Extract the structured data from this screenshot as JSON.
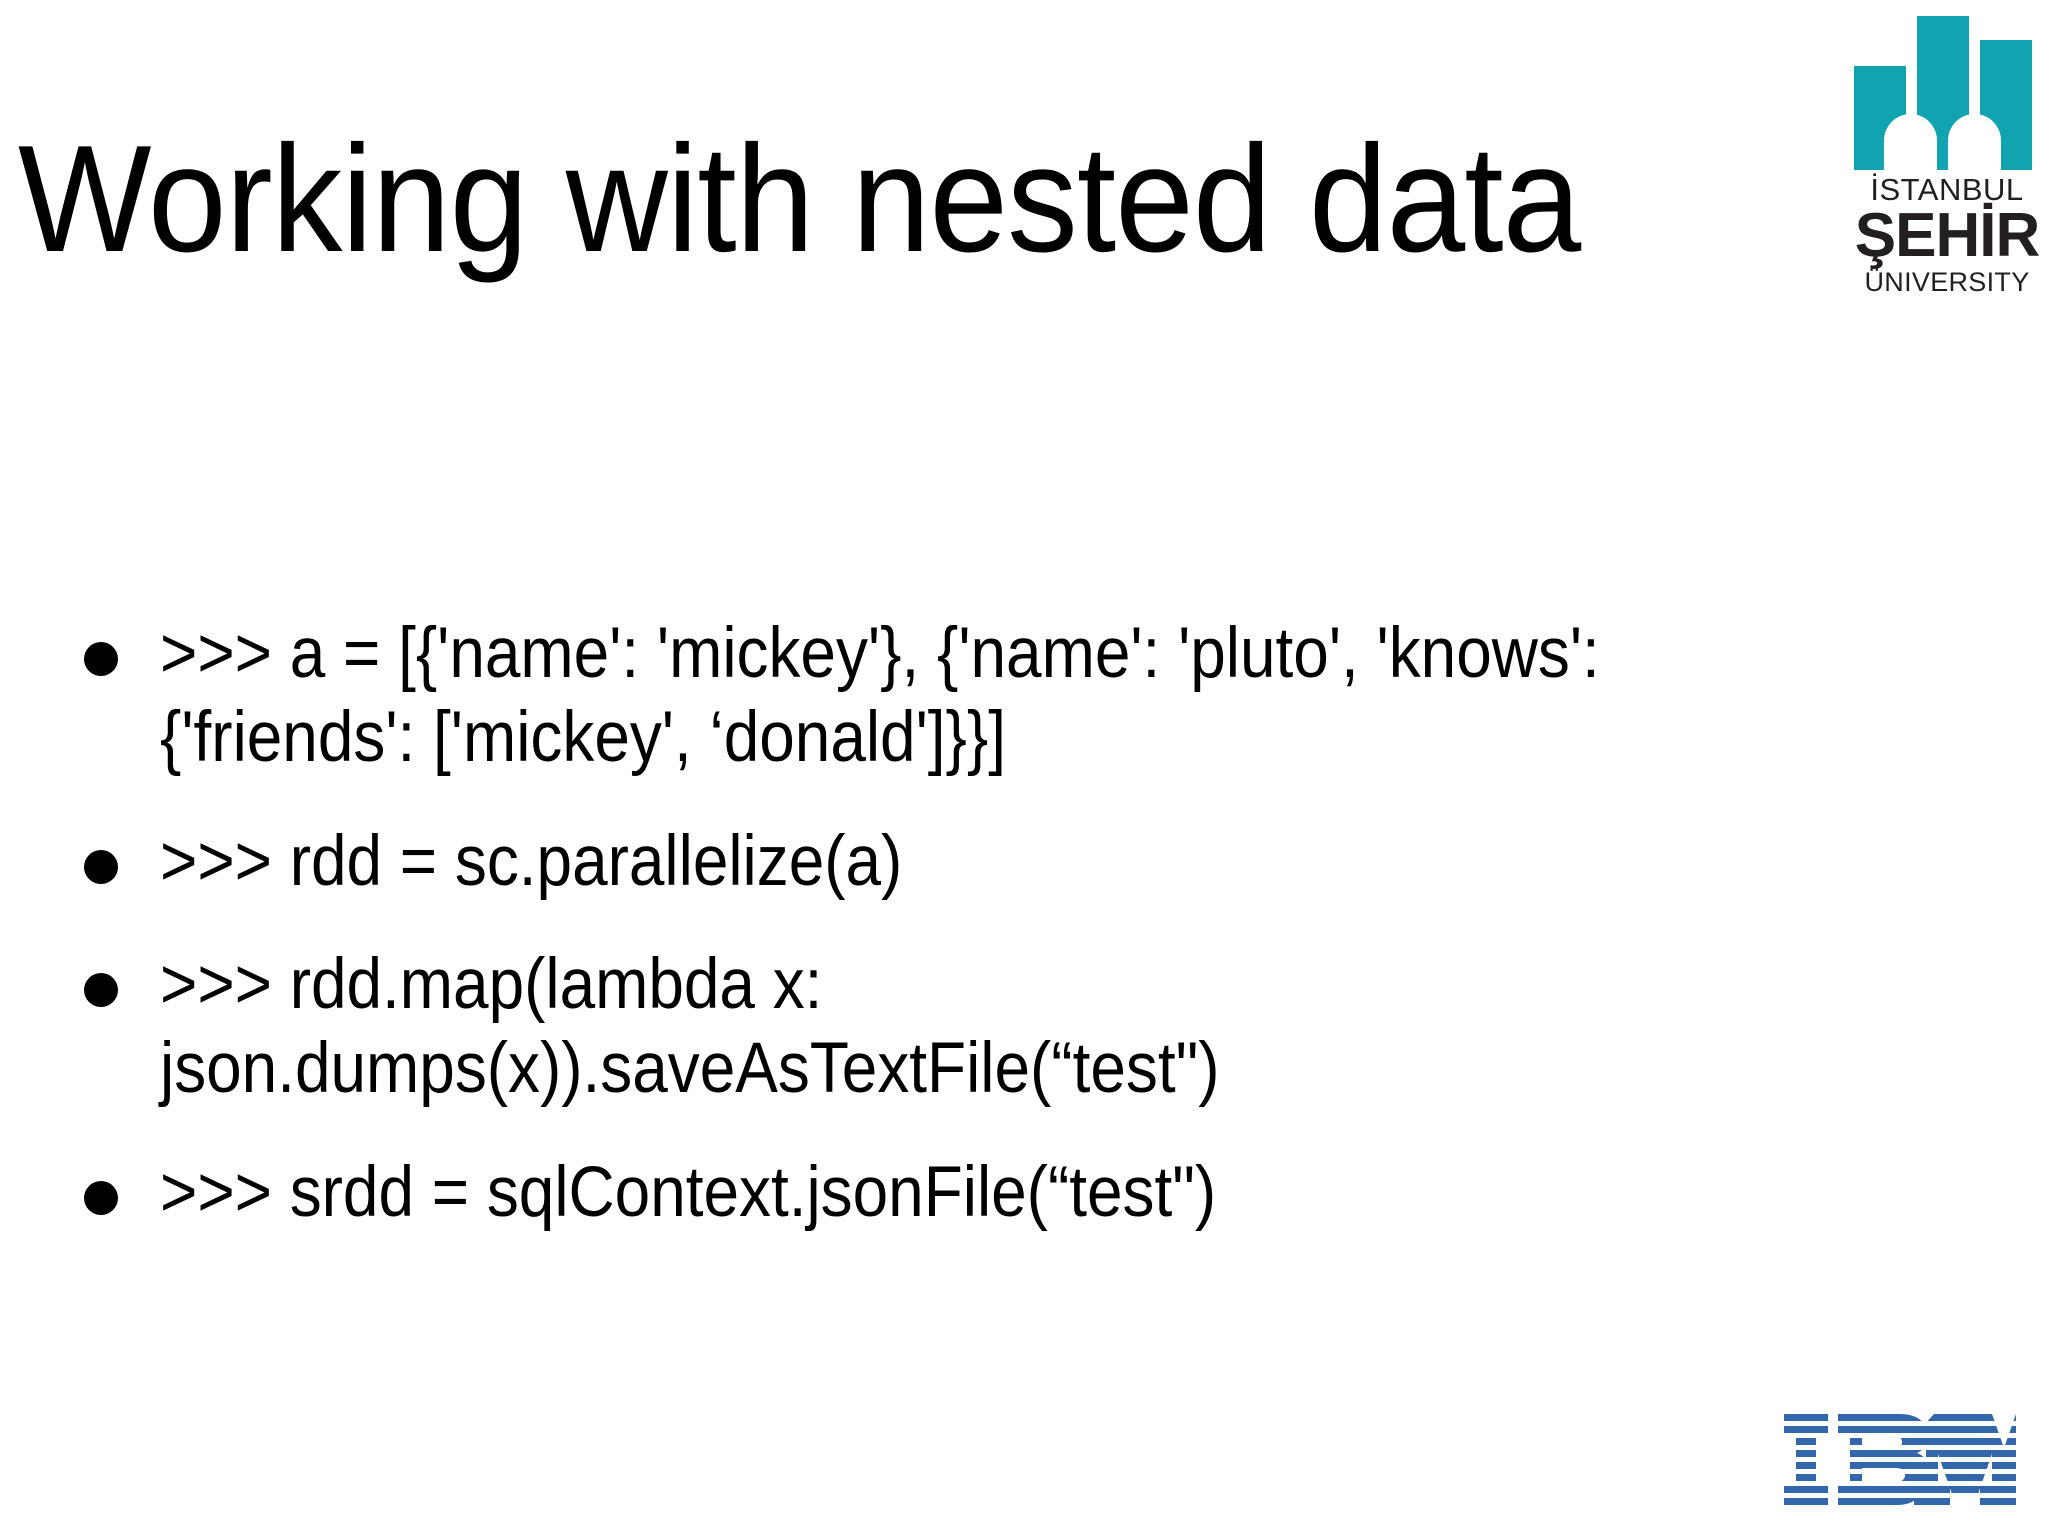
{
  "slide": {
    "title": "Working with nested data",
    "background_color": "#ffffff",
    "text_color": "#000000"
  },
  "university_logo": {
    "name": "istanbul-sehir-university-logo",
    "mark_color": "#11A3B0",
    "text_color": "#231f20",
    "line1": "İSTANBUL",
    "line2": "ŞEHİR",
    "line3": "ÜNIVERSITY"
  },
  "ibm_logo": {
    "name": "ibm-logo",
    "color": "#3366AA",
    "alt": "IBM"
  },
  "bullets": [
    {
      "marker": "•",
      "text": ">>> a = [{'name': 'mickey'}, {'name': 'pluto', 'knows':\n{'friends': ['mickey', ‘donald']}}]"
    },
    {
      "marker": "•",
      "text": ">>> rdd = sc.parallelize(a)"
    },
    {
      "marker": "•",
      "text": ">>> rdd.map(lambda x:\njson.dumps(x)).saveAsTextFile(“test\")"
    },
    {
      "marker": "•",
      "text": ">>> srdd = sqlContext.jsonFile(“test\")"
    }
  ]
}
